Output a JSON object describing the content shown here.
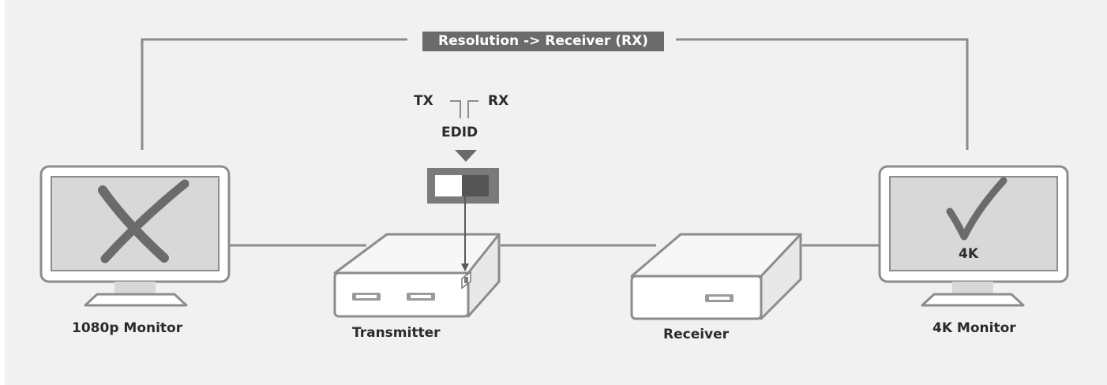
{
  "banner": {
    "label": "Resolution -> Receiver (RX)"
  },
  "edid": {
    "tx_label": "TX",
    "rx_label": "RX",
    "label": "EDID"
  },
  "devices": {
    "left_monitor": {
      "label": "1080p Monitor",
      "status": "incompatible"
    },
    "transmitter": {
      "label": "Transmitter"
    },
    "receiver": {
      "label": "Receiver"
    },
    "right_monitor": {
      "label": "4K Monitor",
      "screen_text": "4K",
      "status": "compatible"
    }
  },
  "colors": {
    "background": "#f1f1f2",
    "outline": "#8c8c8c",
    "screen": "#d8d8d8",
    "mark": "#6b6b6b",
    "banner": "#6b6b6b"
  }
}
